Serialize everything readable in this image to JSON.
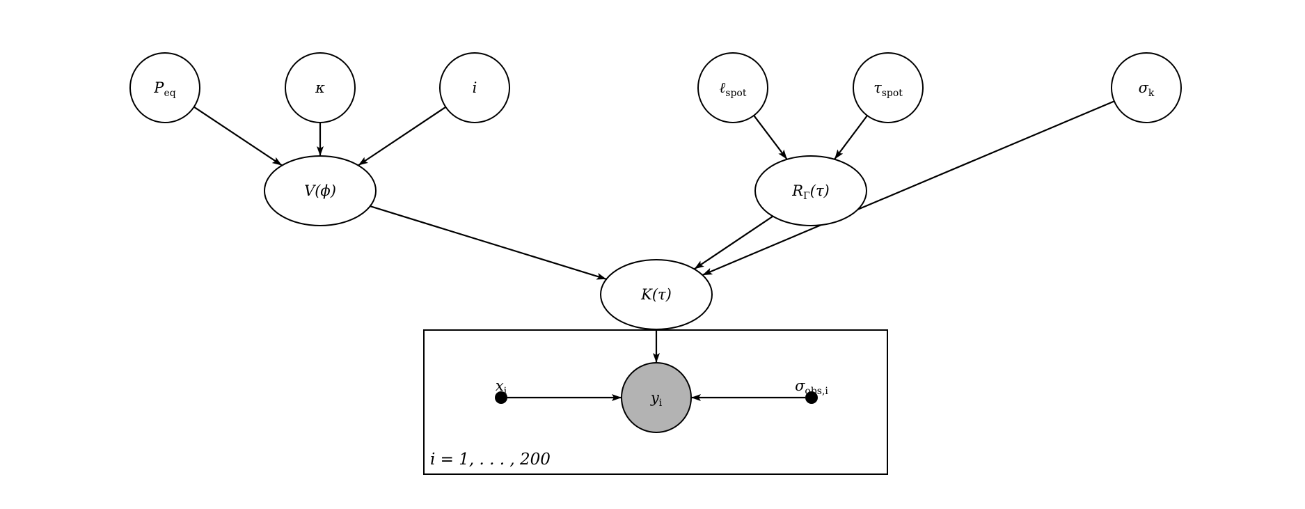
{
  "diagram": {
    "nodes": {
      "P_eq": {
        "base": "P",
        "sub": "eq"
      },
      "kappa": {
        "base": "κ",
        "sub": ""
      },
      "incl": {
        "base": "i",
        "sub": ""
      },
      "l_spot": {
        "base": "ℓ",
        "sub": "spot"
      },
      "tau_spot": {
        "base": "τ",
        "sub": "spot"
      },
      "sigma_k": {
        "base": "σ",
        "sub": "k"
      },
      "V_phi": {
        "base": "V(ϕ)",
        "sub": ""
      },
      "R_gamma": {
        "base": "R",
        "sub": "Γ",
        "suffix": "(τ)"
      },
      "K_tau": {
        "base": "K(τ)",
        "sub": ""
      },
      "y_i": {
        "base": "y",
        "sub": "i"
      },
      "x_i": {
        "base": "x",
        "sub": "i"
      },
      "sigma_obs": {
        "base": "σ",
        "sub": "obs,i"
      }
    },
    "plate": {
      "label": "i = 1, . . . , 200"
    },
    "edges": [
      [
        "P_eq",
        "V_phi"
      ],
      [
        "kappa",
        "V_phi"
      ],
      [
        "incl",
        "V_phi"
      ],
      [
        "l_spot",
        "R_gamma"
      ],
      [
        "tau_spot",
        "R_gamma"
      ],
      [
        "sigma_k",
        "K_tau"
      ],
      [
        "V_phi",
        "K_tau"
      ],
      [
        "R_gamma",
        "K_tau"
      ],
      [
        "K_tau",
        "y_i"
      ],
      [
        "x_i",
        "y_i"
      ],
      [
        "sigma_obs",
        "y_i"
      ]
    ]
  }
}
